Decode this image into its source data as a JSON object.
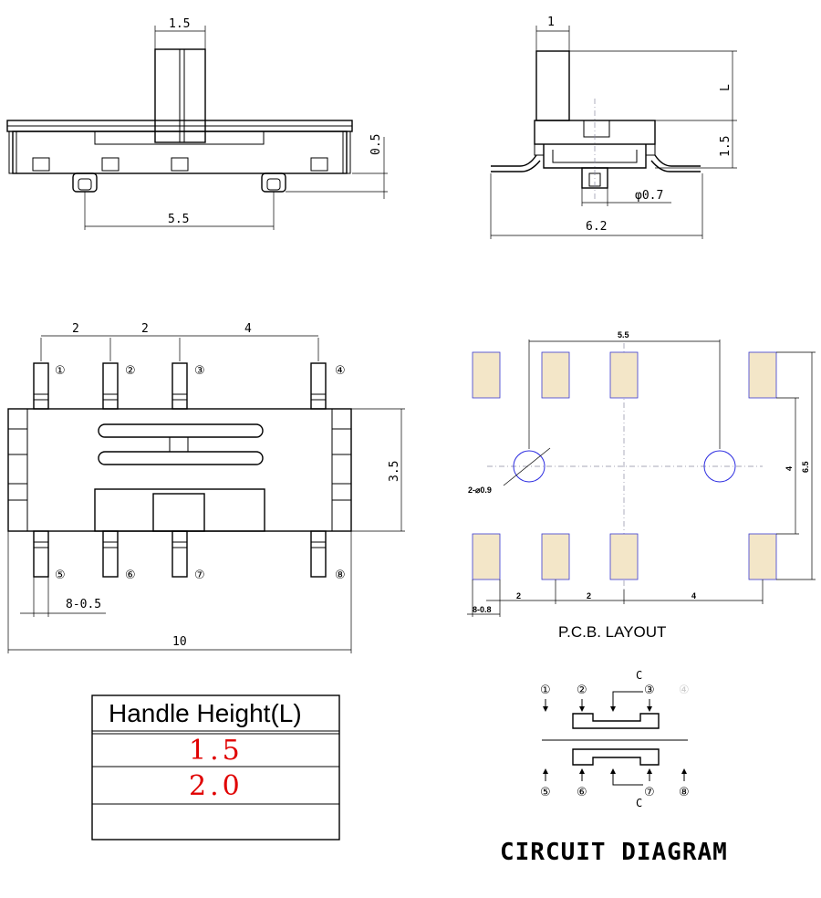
{
  "side_view": {
    "handle_width": "1.5",
    "standoff": "0.5",
    "pin_pitch": "5.5"
  },
  "end_view": {
    "handle_width": "1",
    "handle_height": "L",
    "body_height": "1.5",
    "pin_diameter": "φ0.7",
    "overall_width": "6.2"
  },
  "top_view": {
    "pitch_1": "2",
    "pitch_2": "2",
    "pitch_3": "4",
    "body_width": "3.5",
    "pin_width": "8-0.5",
    "overall_length": "10",
    "pins_top": [
      "①",
      "②",
      "③",
      "④"
    ],
    "pins_bottom": [
      "⑤",
      "⑥",
      "⑦",
      "⑧"
    ]
  },
  "pcb_layout": {
    "hole_spacing": "5.5",
    "hole_spec": "2-⌀0.9",
    "pad_row_spacing": "4",
    "pad_overall": "6.5",
    "pad_width": "8-0.8",
    "pad_pitch_1": "2",
    "pad_pitch_2": "2",
    "pad_pitch_3": "4",
    "caption": "P.C.B. LAYOUT",
    "colors": {
      "pad_fill": "#f3e6c8",
      "pad_outline": "#3a3ad0",
      "hole": "#2a2ae0"
    }
  },
  "handle_table": {
    "header": "Handle Height(L)",
    "rows": [
      "1.5",
      "2.0",
      ""
    ],
    "value_color": "#e00000"
  },
  "circuit_diagram": {
    "title": "CIRCUIT DIAGRAM",
    "common_label_top": "C",
    "common_label_bottom": "C",
    "pins_top": [
      "①",
      "②",
      "③",
      "④"
    ],
    "pins_bottom": [
      "⑤",
      "⑥",
      "⑦",
      "⑧"
    ]
  }
}
